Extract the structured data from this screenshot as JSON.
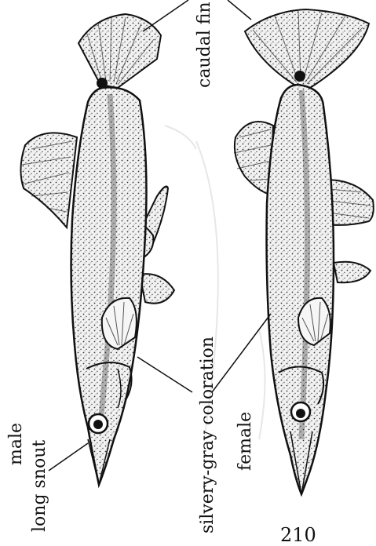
{
  "labels": {
    "male": "male",
    "long_snout": "long snout",
    "silvery_gray": "silvery-gray coloration",
    "female": "female",
    "caudal_fin": "caudal fin"
  },
  "page_number": "210",
  "colors": {
    "ink": "#111111",
    "fill": "#ededed",
    "ghost": "#c9c9c9"
  }
}
